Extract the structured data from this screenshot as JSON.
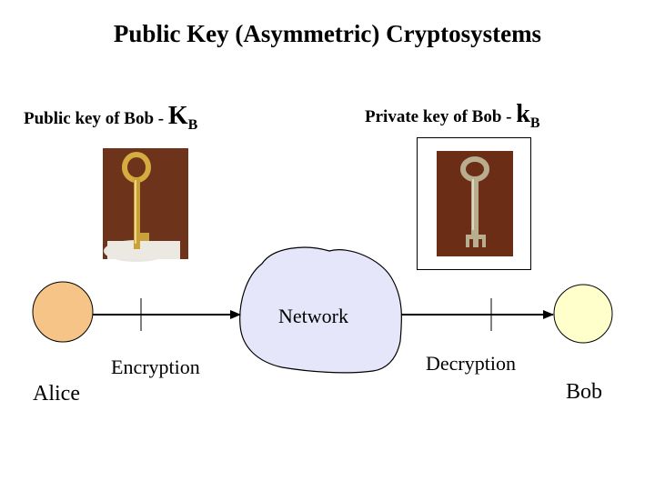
{
  "title": "Public Key (Asymmetric) Cryptosystems",
  "public_key": {
    "text": "Public key of Bob - ",
    "letter": "K",
    "subscript": "B"
  },
  "private_key": {
    "text": "Private key of Bob - ",
    "letter": "k",
    "subscript": "B"
  },
  "network_label": "Network",
  "encryption_label": "Encryption",
  "decryption_label": "Decryption",
  "alice_label": "Alice",
  "bob_label": "Bob",
  "colors": {
    "alice_fill": "#f7c487",
    "bob_fill": "#ffffcc",
    "network_fill": "#e6e6fa",
    "photo_bg_left": "#7a3a1e",
    "photo_bg_right": "#6b2d16",
    "key_gold": "#c9a13b",
    "key_silver": "#b8ad8e"
  }
}
